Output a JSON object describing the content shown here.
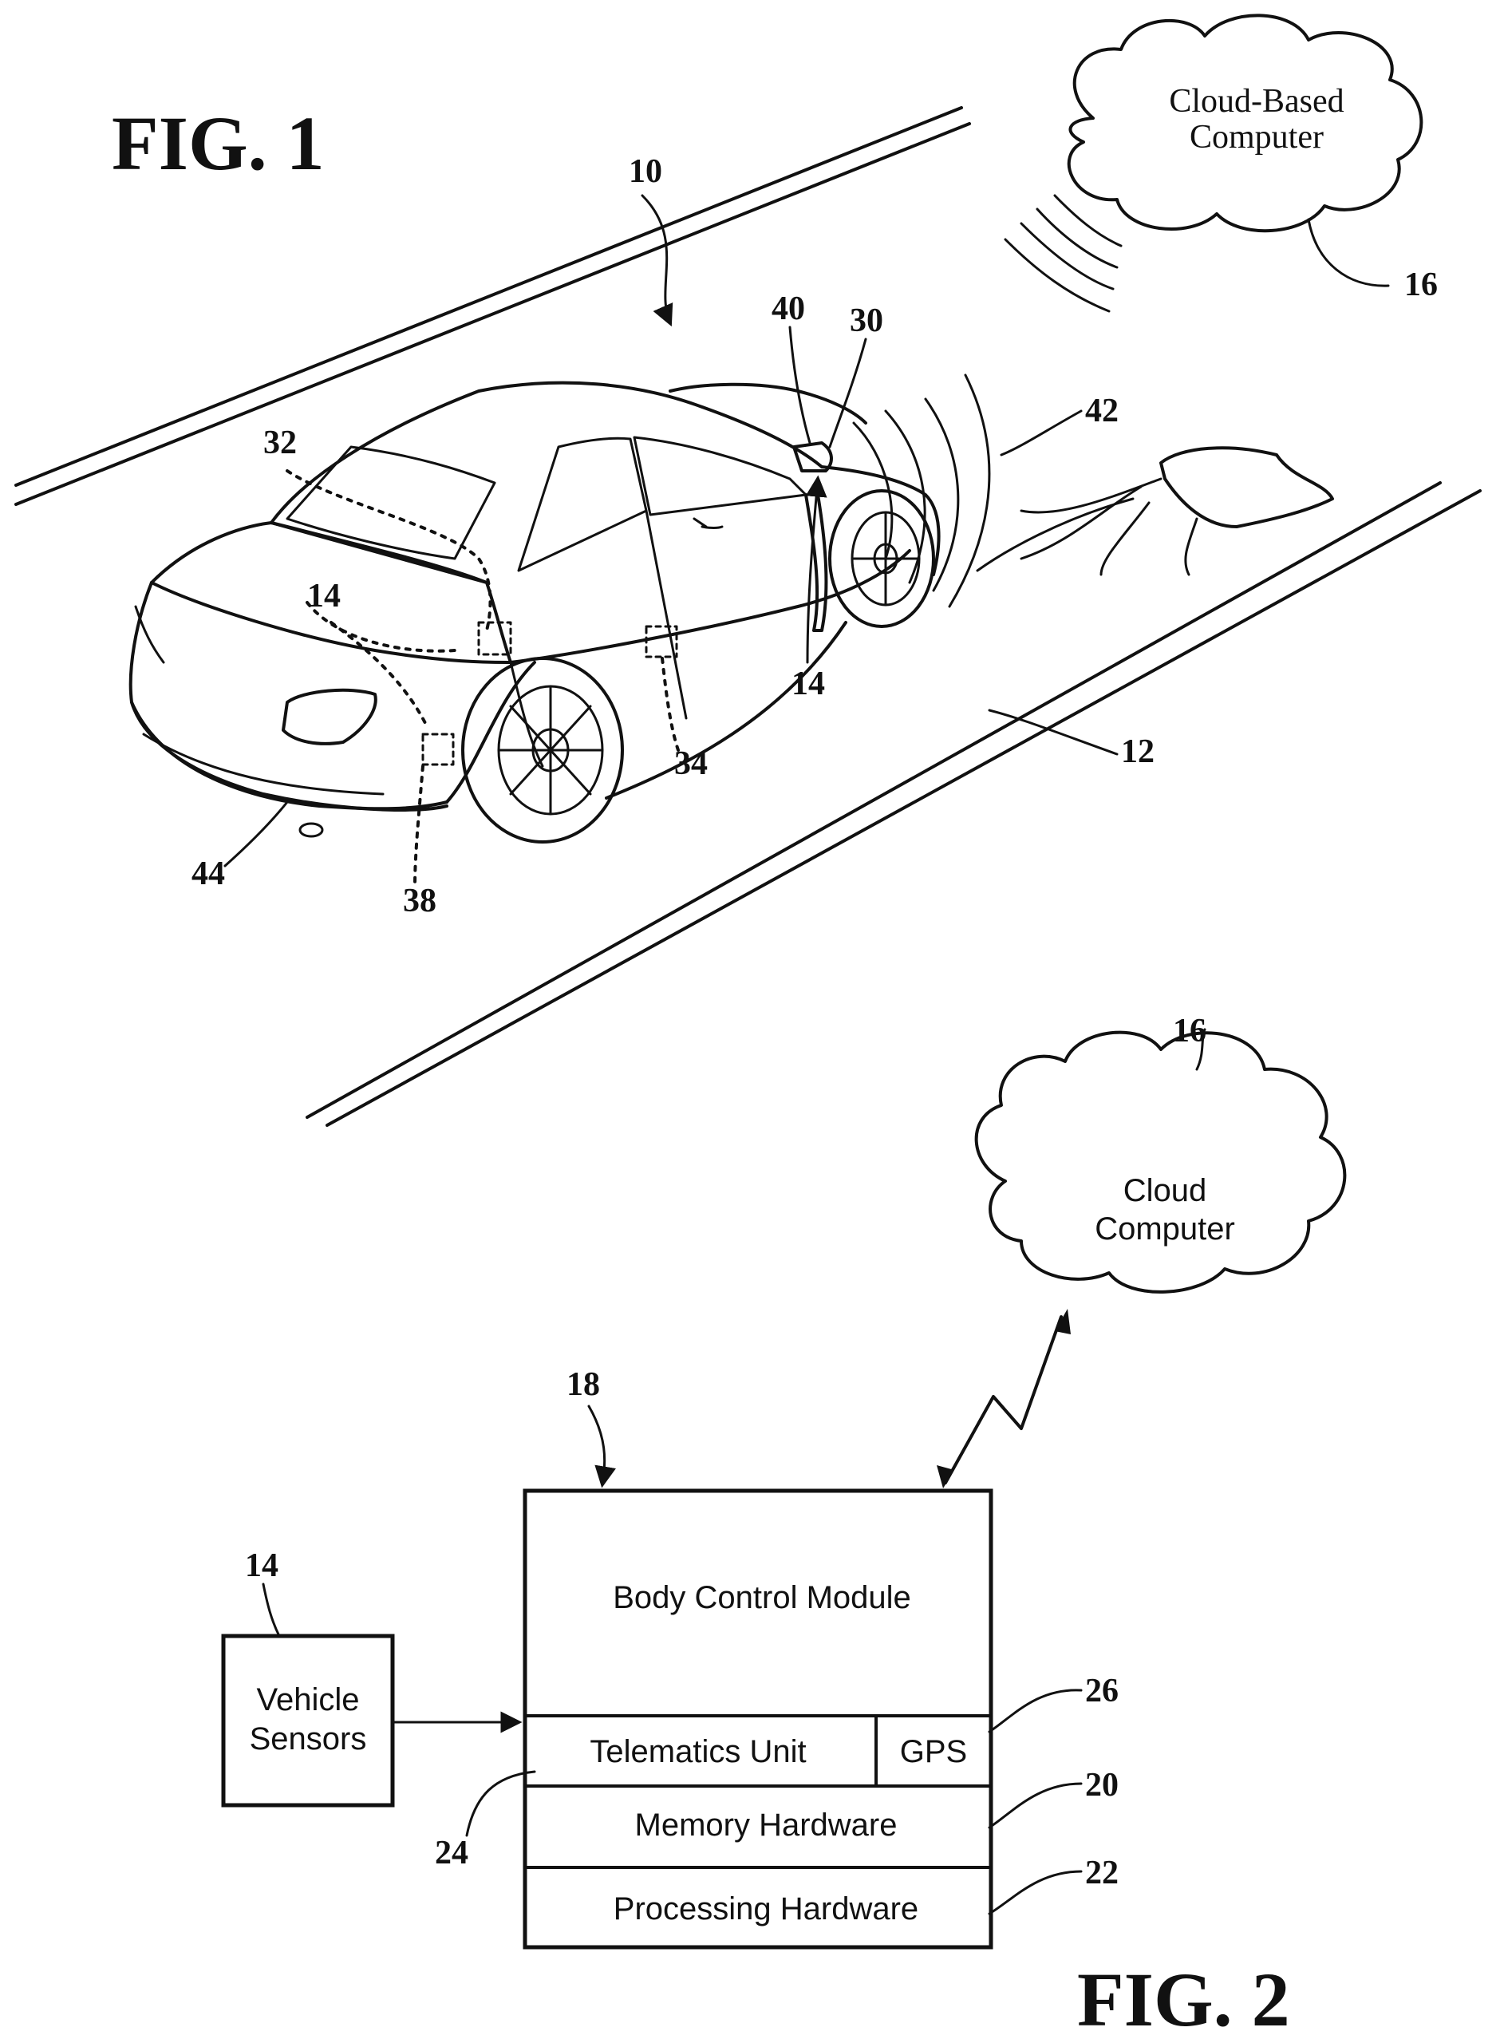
{
  "fig1": {
    "title": "FIG. 1",
    "cloud_label_line1": "Cloud-Based",
    "cloud_label_line2": "Computer",
    "refs": {
      "vehicle": "10",
      "road": "12",
      "sensor_front": "14",
      "sensor_rear": "14",
      "cloud": "16",
      "front_sensor_area": "30",
      "rear_sensor_area": "32",
      "side_sensor": "34",
      "rear_quarter_sensor": "38",
      "mirror": "40",
      "object": "42",
      "bumper": "44"
    }
  },
  "fig2": {
    "title": "FIG. 2",
    "cloud_label_line1": "Cloud",
    "cloud_label_line2": "Computer",
    "sensors_line1": "Vehicle",
    "sensors_line2": "Sensors",
    "bcm_label": "Body Control Module",
    "telematics_label": "Telematics Unit",
    "gps_label": "GPS",
    "memory_label": "Memory Hardware",
    "processing_label": "Processing Hardware",
    "refs": {
      "sensors": "14",
      "cloud": "16",
      "bcm": "18",
      "memory": "20",
      "processing": "22",
      "telematics": "24",
      "gps": "26"
    }
  }
}
